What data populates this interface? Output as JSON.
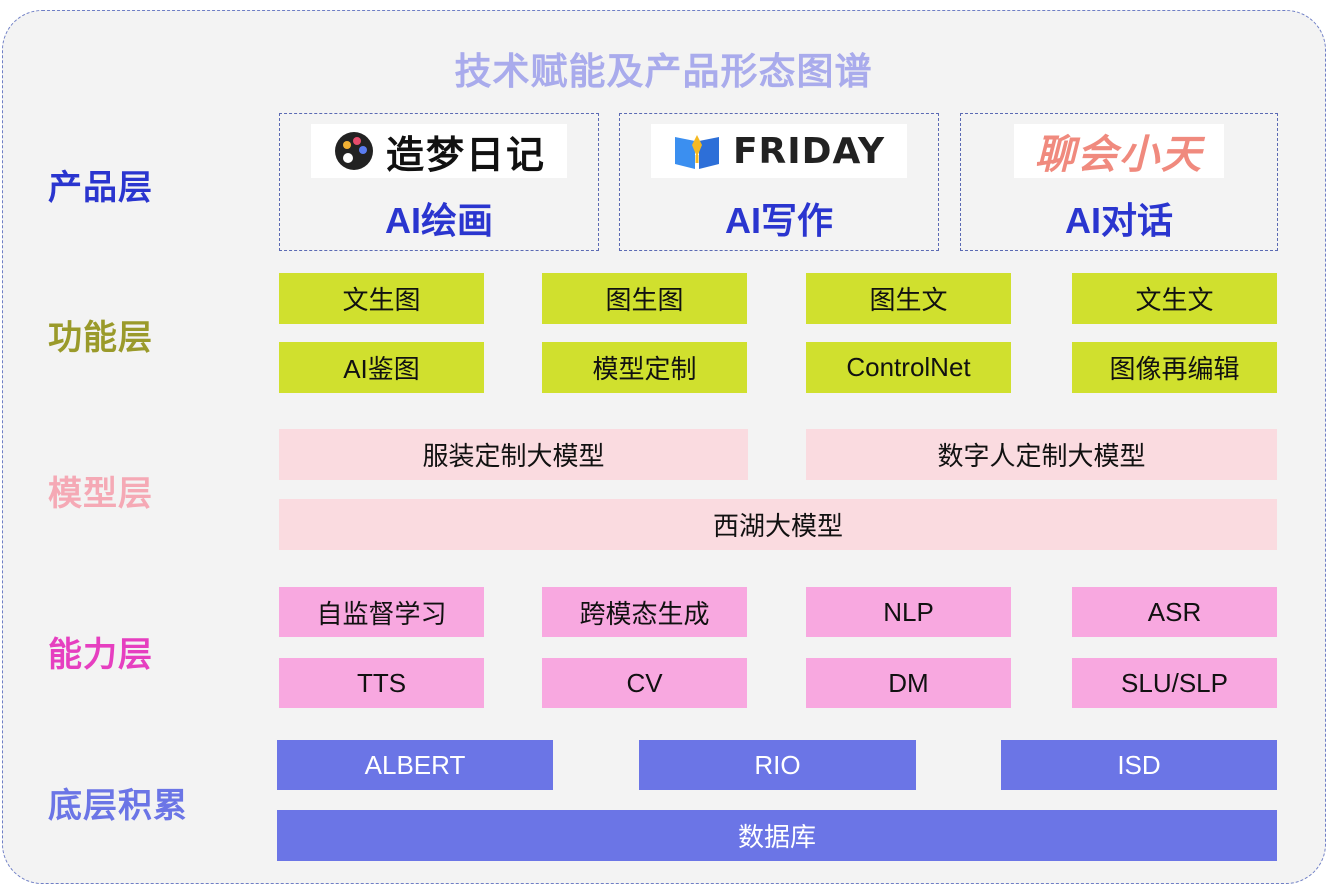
{
  "title": "技术赋能及产品形态图谱",
  "layers": {
    "product": {
      "label": "产品层",
      "color": "#2a35cf"
    },
    "function": {
      "label": "功能层",
      "color": "#9a9a2a"
    },
    "model": {
      "label": "模型层",
      "color": "#f5a9b5"
    },
    "capability": {
      "label": "能力层",
      "color": "#e63fc0"
    },
    "base": {
      "label": "底层积累",
      "color": "#6b75e6"
    }
  },
  "products": [
    {
      "logo_text": "造梦日记",
      "logo_icon": "palette-icon",
      "name": "AI绘画"
    },
    {
      "logo_text": "FRIDAY",
      "logo_icon": "book-pen-icon",
      "name": "AI写作"
    },
    {
      "logo_text": "聊会小天",
      "name": "AI对话"
    }
  ],
  "functions": {
    "row1": [
      "文生图",
      "图生图",
      "图生文",
      "文生文"
    ],
    "row2": [
      "AI鉴图",
      "模型定制",
      "ControlNet",
      "图像再编辑"
    ]
  },
  "models": {
    "row1": [
      "服装定制大模型",
      "数字人定制大模型"
    ],
    "row2": [
      "西湖大模型"
    ]
  },
  "capabilities": {
    "row1": [
      "自监督学习",
      "跨模态生成",
      "NLP",
      "ASR"
    ],
    "row2": [
      "TTS",
      "CV",
      "DM",
      "SLU/SLP"
    ]
  },
  "base": {
    "row1": [
      "ALBERT",
      "RIO",
      "ISD"
    ],
    "row2": [
      "数据库"
    ]
  }
}
